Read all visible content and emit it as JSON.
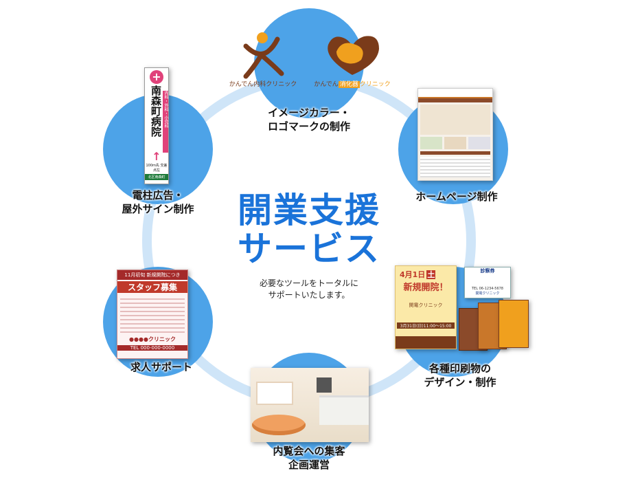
{
  "center": {
    "title_line1": "開業支援",
    "title_line2": "サービス",
    "subtitle_line1": "必要なツールをトータルに",
    "subtitle_line2": "サポートいたします。"
  },
  "nodes": [
    {
      "id": "logo",
      "label_line1": "イメージカラー・",
      "label_line2": "ロゴマークの制作"
    },
    {
      "id": "web",
      "label_line1": "ホームページ制作",
      "label_line2": ""
    },
    {
      "id": "print",
      "label_line1": "各種印刷物の",
      "label_line2": "デザイン・制作"
    },
    {
      "id": "event",
      "label_line1": "内覧会への集客",
      "label_line2": "企画運営"
    },
    {
      "id": "recruit",
      "label_line1": "求人サポート",
      "label_line2": ""
    },
    {
      "id": "sign",
      "label_line1": "電柱広告・",
      "label_line2": "屋外サイン制作"
    }
  ],
  "logos": {
    "logo1_text": "かんでん内科クリニック",
    "logo2_text_a": "かんでん",
    "logo2_text_b": "消化器",
    "logo2_text_c": "クリニック"
  },
  "sign": {
    "name": "南森町病院",
    "side": "内科・外科・小児科",
    "distance": "100m先 交差点左",
    "footer": "北区南森町"
  },
  "recruit_flyer": {
    "header": "11月初旬 新規開院につき",
    "title": "スタッフ募集",
    "clinic": "●●●●クリニック",
    "tel": "TEL 000-000-0000"
  },
  "print_flyer": {
    "date": "4月1日",
    "weekday": "土",
    "headline": "新規開院！",
    "clinic": "関電クリニック",
    "event": "3月31日(日)11:00〜15:00"
  },
  "card": {
    "title": "診察券",
    "tel": "TEL 06-1234-5678",
    "clinic": "関電クリニック"
  },
  "colors": {
    "ring": "#cfe5f8",
    "node": "#4da3e8",
    "title": "#1a73d9",
    "orange": "#f0a01e",
    "brown": "#7a3b1a",
    "pink": "#e0427a",
    "green": "#1e7a3a"
  }
}
